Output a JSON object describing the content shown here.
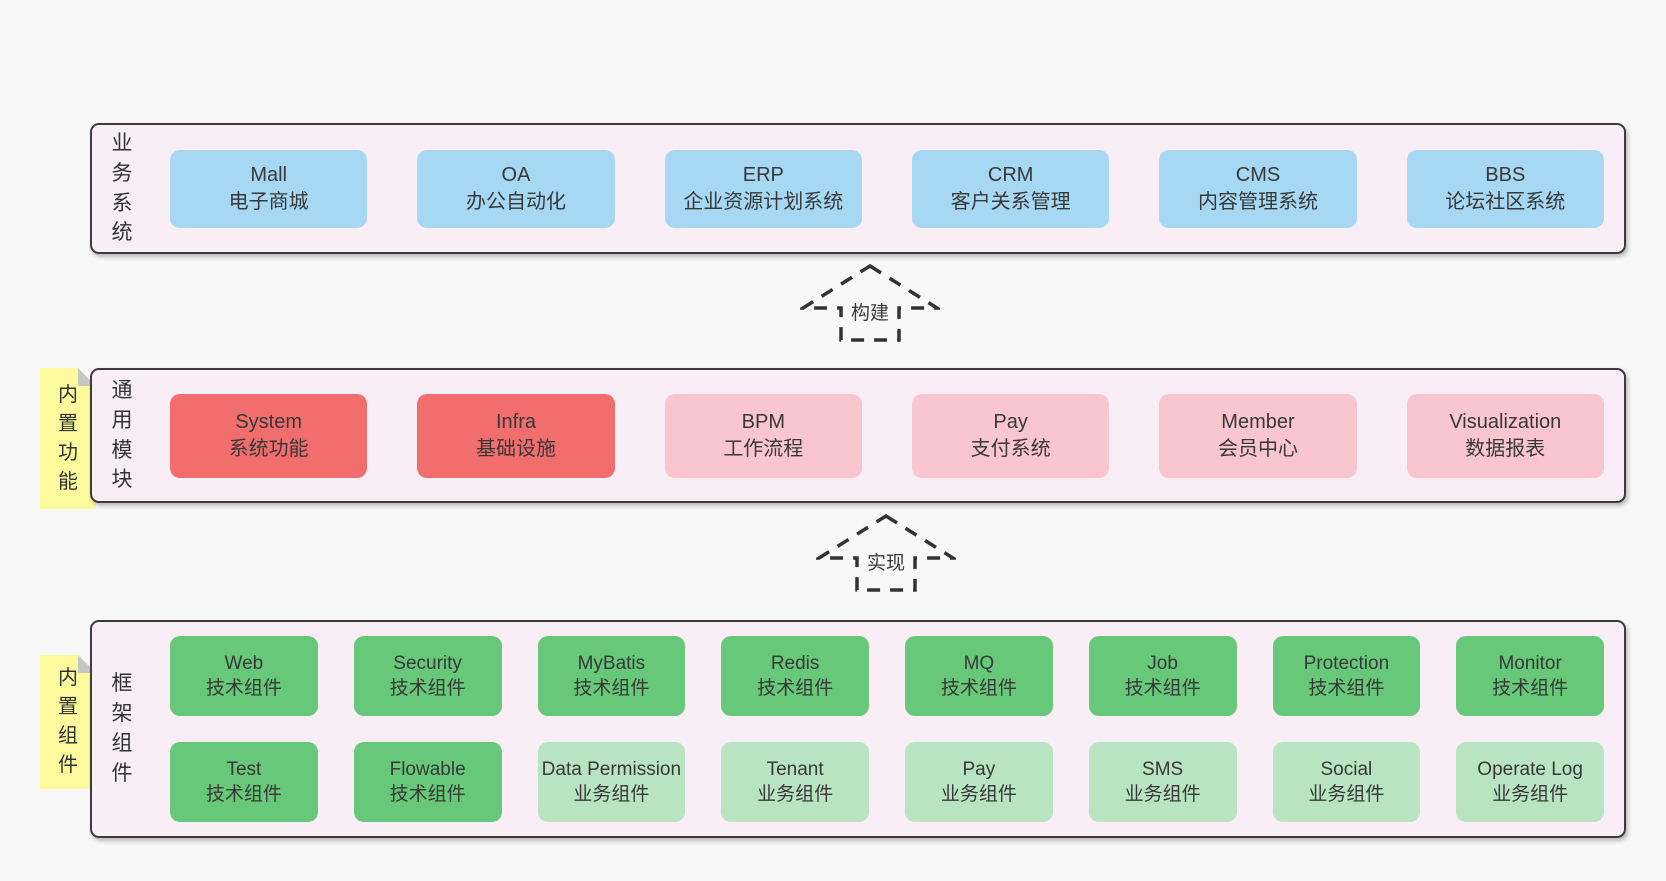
{
  "colors": {
    "page_bg": "#f8f8f8",
    "band_bg": "#f9edf6",
    "band_border": "#3c3c3c",
    "box_blue": "#a6d8f3",
    "box_red": "#f26e6e",
    "box_pink": "#f9c6d0",
    "box_green": "#66c878",
    "box_green_light": "#b8e4c2",
    "note_yellow": "#fbfb9d",
    "text": "#383838"
  },
  "arrows": [
    {
      "label": "构建"
    },
    {
      "label": "实现"
    }
  ],
  "bands": [
    {
      "label": "业务系统",
      "boxes": [
        {
          "title": "Mall",
          "subtitle": "电子商城"
        },
        {
          "title": "OA",
          "subtitle": "办公自动化"
        },
        {
          "title": "ERP",
          "subtitle": "企业资源计划系统"
        },
        {
          "title": "CRM",
          "subtitle": "客户关系管理"
        },
        {
          "title": "CMS",
          "subtitle": "内容管理系统"
        },
        {
          "title": "BBS",
          "subtitle": "论坛社区系统"
        }
      ]
    },
    {
      "label": "通用模块",
      "note": "内置功能",
      "boxes": [
        {
          "title": "System",
          "subtitle": "系统功能"
        },
        {
          "title": "Infra",
          "subtitle": "基础设施"
        },
        {
          "title": "BPM",
          "subtitle": "工作流程"
        },
        {
          "title": "Pay",
          "subtitle": "支付系统"
        },
        {
          "title": "Member",
          "subtitle": "会员中心"
        },
        {
          "title": "Visualization",
          "subtitle": "数据报表"
        }
      ]
    },
    {
      "label": "框架组件",
      "note": "内置组件",
      "rows": [
        [
          {
            "title": "Web",
            "subtitle": "技术组件"
          },
          {
            "title": "Security",
            "subtitle": "技术组件"
          },
          {
            "title": "MyBatis",
            "subtitle": "技术组件"
          },
          {
            "title": "Redis",
            "subtitle": "技术组件"
          },
          {
            "title": "MQ",
            "subtitle": "技术组件"
          },
          {
            "title": "Job",
            "subtitle": "技术组件"
          },
          {
            "title": "Protection",
            "subtitle": "技术组件"
          },
          {
            "title": "Monitor",
            "subtitle": "技术组件"
          }
        ],
        [
          {
            "title": "Test",
            "subtitle": "技术组件"
          },
          {
            "title": "Flowable",
            "subtitle": "技术组件"
          },
          {
            "title": "Data Permission",
            "subtitle": "业务组件"
          },
          {
            "title": "Tenant",
            "subtitle": "业务组件"
          },
          {
            "title": "Pay",
            "subtitle": "业务组件"
          },
          {
            "title": "SMS",
            "subtitle": "业务组件"
          },
          {
            "title": "Social",
            "subtitle": "业务组件"
          },
          {
            "title": "Operate Log",
            "subtitle": "业务组件"
          }
        ]
      ]
    }
  ]
}
